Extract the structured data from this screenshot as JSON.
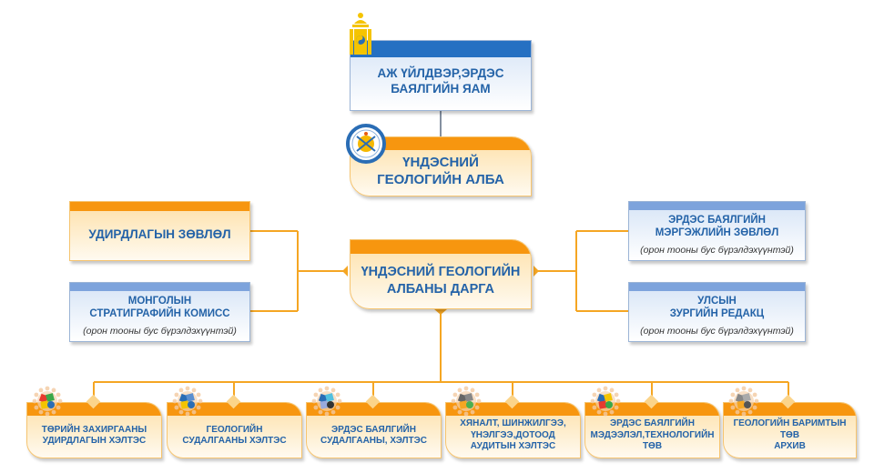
{
  "ministry": {
    "title": "АЖ ҮЙЛДВЭР,ЭРДЭС БАЯЛГИЙН ЯАМ",
    "line1": "АЖ ҮЙЛДВЭР,ЭРДЭС",
    "line2": "БАЯЛГИЙН ЯАМ",
    "icon": "soyombo-emblem-icon"
  },
  "agency": {
    "line1": "ҮНДЭСНИЙ",
    "line2": "ГЕОЛОГИЙН АЛБА",
    "icon": "geology-agency-logo-icon"
  },
  "director": {
    "line1": "ҮНДЭСНИЙ ГЕОЛОГИЙН",
    "line2": "АЛБАНЫ ДАРГА"
  },
  "left_units": [
    {
      "line1": "УДИРДЛАГЫН ЗӨВЛӨЛ",
      "line2": "",
      "note": ""
    },
    {
      "line1": "МОНГОЛЫН",
      "line2": "СТРАТИГРАФИЙН КОМИСС",
      "note": "(орон тооны бус бүрэлдэхүүнтэй)"
    }
  ],
  "right_units": [
    {
      "line1": "ЭРДЭС БАЯЛГИЙН",
      "line2": "МЭРГЭЖЛИЙН ЗӨВЛӨЛ",
      "note": "(орон тооны бус бүрэлдэхүүнтэй)"
    },
    {
      "line1": "УЛСЫН",
      "line2": "ЗУРГИЙН РЕДАКЦ",
      "note": "(орон тооны бус бүрэлдэхүүнтэй)"
    }
  ],
  "departments": [
    {
      "line1": "ТӨРИЙН ЗАХИРГААНЫ",
      "line2": "УДИРДЛАГЫН ХЭЛТЭС",
      "line3": "",
      "icon": "people-puzzle-icon"
    },
    {
      "line1": "ГЕОЛОГИЙН",
      "line2": "СУДАЛГААНЫ ХЭЛТЭС",
      "line3": "",
      "icon": "pickaxe-icon"
    },
    {
      "line1": "ЭРДЭС БАЯЛГИЙН",
      "line2": "СУДАЛГААНЫ,  ХЭЛТЭС",
      "line3": "",
      "icon": "magnifier-icon"
    },
    {
      "line1": "ХЯНАЛТ, ШИНЖИЛГЭЭ,",
      "line2": "ҮНЭЛГЭЭ,ДОТООД",
      "line3": "АУДИТЫН ХЭЛТЭС",
      "icon": "gears-icon"
    },
    {
      "line1": "ЭРДЭС БАЯЛГИЙН",
      "line2": "МЭДЭЭЛЭЛ,ТЕХНОЛОГИЙН",
      "line3": "ТӨВ",
      "icon": "network-icon"
    },
    {
      "line1": "ГЕОЛОГИЙН БАРИМТЫН ТӨВ",
      "line2": "АРХИВ",
      "line3": "",
      "icon": "archive-box-icon"
    }
  ],
  "colors": {
    "orange": "#f7960f",
    "blue_dark": "#2570c2",
    "blue_light": "#7da3dc",
    "text_blue": "#2463a8",
    "connector": "#f5a623"
  }
}
